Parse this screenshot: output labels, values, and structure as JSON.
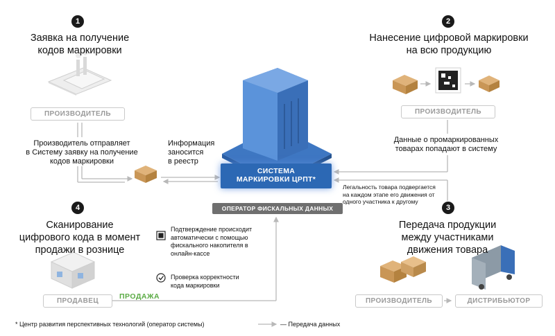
{
  "steps": [
    {
      "number": "1",
      "title_line1": "Заявка на получение",
      "title_line2": "кодов маркировки",
      "role": "ПРОИЗВОДИТЕЛЬ",
      "note_line1": "Производитель отправляет",
      "note_line2": "в Систему заявку на получение",
      "note_line3": "кодов маркировки"
    },
    {
      "number": "2",
      "title_line1": "Нанесение цифровой маркировки",
      "title_line2": "на всю продукцию",
      "role": "ПРОИЗВОДИТЕЛЬ",
      "note_line1": "Данные о промаркированных",
      "note_line2": "товарах попадают в систему"
    },
    {
      "number": "3",
      "title_line1": "Передача продукции",
      "title_line2": "между участниками",
      "title_line3": "движения товара",
      "role_left": "ПРОИЗВОДИТЕЛЬ",
      "role_right": "ДИСТРИБЬЮТОР",
      "note_line1": "Легальность товара подвергается",
      "note_line2": "на каждом этапе его движения от",
      "note_line3": "одного участника к другому"
    },
    {
      "number": "4",
      "title_line1": "Сканирование",
      "title_line2": "цифрового кода в момент",
      "title_line3": "продажи в рознице",
      "role": "ПРОДАВЕЦ",
      "sale_label": "ПРОДАЖА",
      "confirm_line1": "Подтверждение происходит",
      "confirm_line2": "автоматически с помощью",
      "confirm_line3": "фискального накопителя в",
      "confirm_line4": "онлайн-кассе",
      "check_line1": "Проверка корректности",
      "check_line2": "кода маркировки"
    }
  ],
  "center": {
    "system_line1": "СИСТЕМА",
    "system_line2": "МАРКИРОВКИ ЦРПТ*",
    "ofd_label": "ОПЕРАТОР ФИСКАЛЬНЫХ ДАННЫХ",
    "registry_line1": "Информация",
    "registry_line2": "заносится",
    "registry_line3": "в реестр"
  },
  "footer": {
    "footnote": "* Центр развития перспективных технологий (оператор системы)",
    "legend": "— Передача данных"
  },
  "colors": {
    "system_blue": "#2c68b4",
    "sale_green": "#5bab45",
    "ofd_gray": "#6f6f6f",
    "arrow_gray": "#b8b8b8"
  }
}
